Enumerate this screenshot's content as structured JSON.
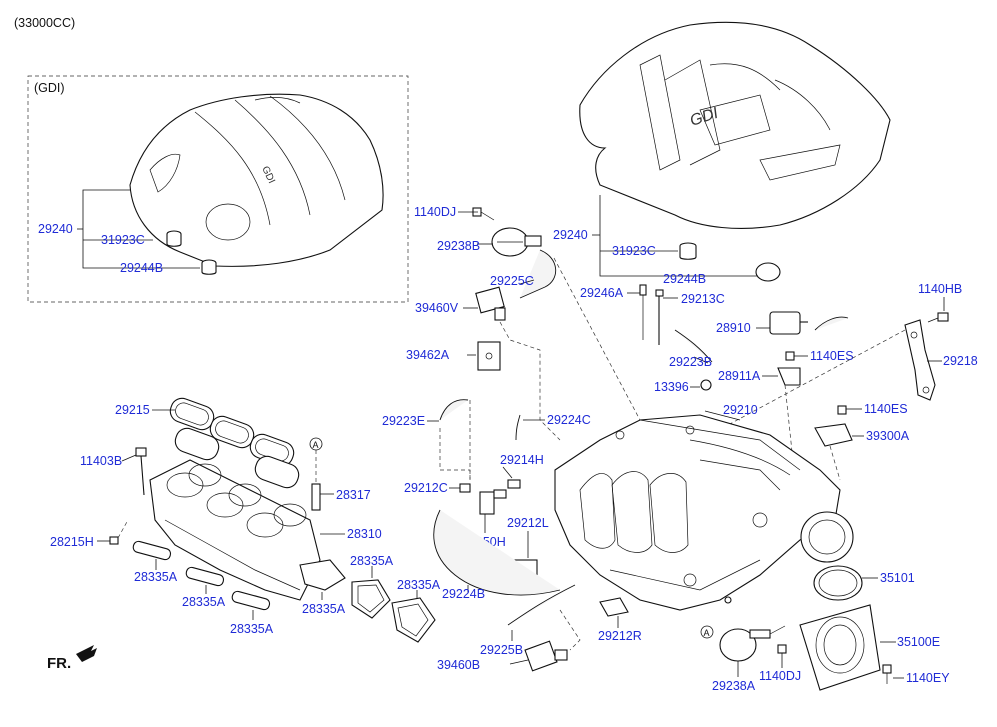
{
  "header": {
    "group_code": "(33000CC)",
    "variant_box_label": "(GDI)",
    "fr_label": "FR."
  },
  "ref_marker": "A",
  "cover_logo_text": "GDI",
  "labels": {
    "p29240_left": "29240",
    "p31923C_left": "31923C",
    "p29244B_left": "29244B",
    "p1140DJ_top": "1140DJ",
    "p29238B": "29238B",
    "p29240_right": "29240",
    "p31923C_right": "31923C",
    "p29225C": "29225C",
    "p29244B_right": "29244B",
    "p29246A": "29246A",
    "p29213C": "29213C",
    "p1140HB": "1140HB",
    "p39460V": "39460V",
    "p28910": "28910",
    "p29218": "29218",
    "p39462A": "39462A",
    "p29223B": "29223B",
    "p1140ES_a": "1140ES",
    "p28911A": "28911A",
    "p13396": "13396",
    "p29215": "29215",
    "p29223E": "29223E",
    "p29224C": "29224C",
    "p29210": "29210",
    "p1140ES_b": "1140ES",
    "p39300A": "39300A",
    "p11403B": "11403B",
    "p29214H": "29214H",
    "p29212C": "29212C",
    "p28317": "28317",
    "p29212L": "29212L",
    "p28310": "28310",
    "p28215H": "28215H",
    "p28350H": "28350H",
    "p28335A_1": "28335A",
    "p28335A_2": "28335A",
    "p28335A_3": "28335A",
    "p28335A_4": "28335A",
    "p28335A_5": "28335A",
    "p28335A_6": "28335A",
    "p29224B": "29224B",
    "p35101": "35101",
    "p29212R": "29212R",
    "p35100E": "35100E",
    "p29225B": "29225B",
    "p39460B": "39460B",
    "p29238A": "29238A",
    "p1140DJ_bottom": "1140DJ",
    "p1140EY": "1140EY"
  }
}
